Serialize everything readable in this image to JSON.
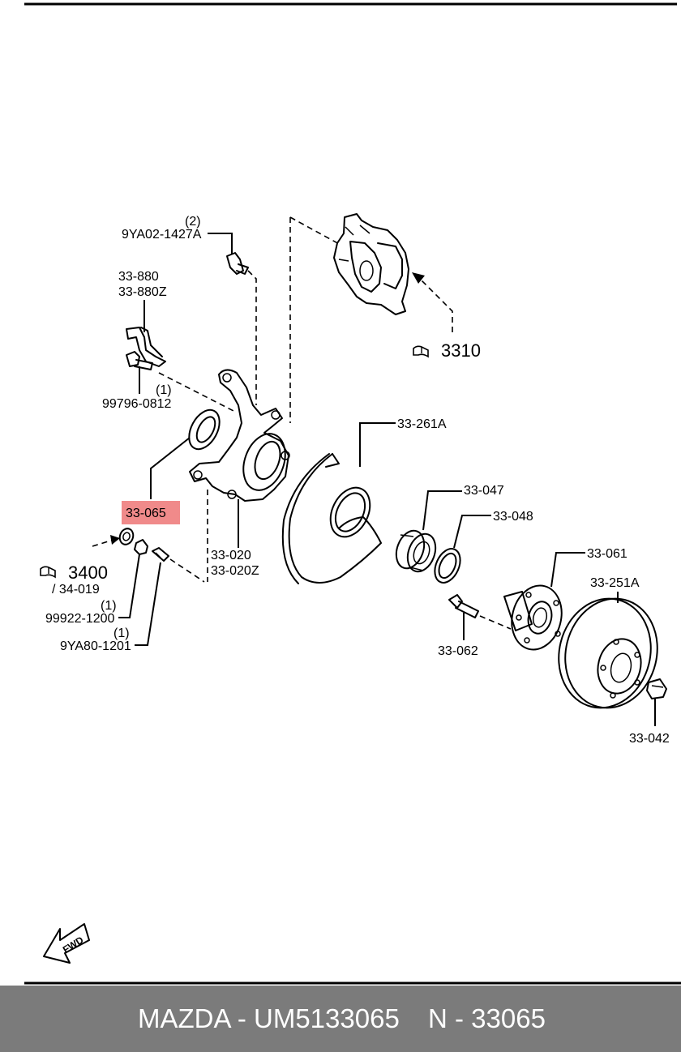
{
  "diagram": {
    "labels": {
      "bolt_caliper_qty": "(2)",
      "bolt_caliper": "9YA02-1427A",
      "bracket_a": "33-880",
      "bracket_b": "33-880Z",
      "bolt_bracket_qty": "(1)",
      "bolt_bracket": "99796-0812",
      "highlight_part": "33-065",
      "ref_3400": "3400",
      "ref_34019": "/ 34-019",
      "nut_qty": "(1)",
      "nut": "99922-1200",
      "stud_qty": "(1)",
      "stud": "9YA80-1201",
      "knuckle_a": "33-020",
      "knuckle_b": "33-020Z",
      "ref_3310": "3310",
      "dust_cover": "33-261A",
      "bearing": "33-047",
      "snap_ring": "33-048",
      "hub": "33-061",
      "hub_bolt": "33-062",
      "disc": "33-251A",
      "hub_nut": "33-042",
      "fwd": "FWD"
    },
    "highlight_color": "#f08a8a",
    "icons": [
      "reference-book-icon",
      "fwd-arrow-icon"
    ]
  },
  "footer": {
    "left": "MAZDA - UM5133065",
    "right": "N - 33065",
    "background": "#7b7b7b"
  }
}
